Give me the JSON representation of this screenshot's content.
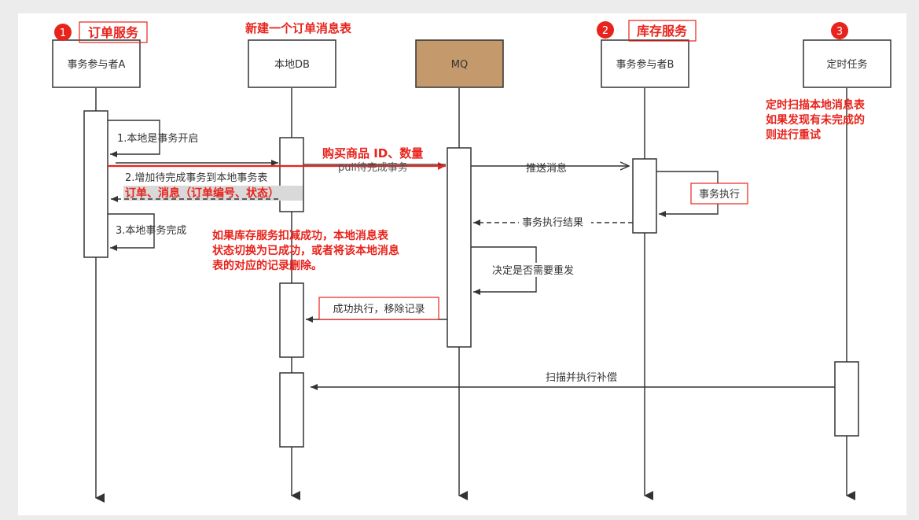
{
  "participants": [
    {
      "id": "a",
      "label": "事务参与者A",
      "fill": "#ffffff"
    },
    {
      "id": "db",
      "label": "本地DB",
      "fill": "#ffffff"
    },
    {
      "id": "mq",
      "label": "MQ",
      "fill": "#c49a6c"
    },
    {
      "id": "b",
      "label": "事务参与者B",
      "fill": "#ffffff"
    },
    {
      "id": "timer",
      "label": "定时任务",
      "fill": "#ffffff"
    }
  ],
  "badges": [
    {
      "number": "1",
      "label": "订单服务"
    },
    {
      "number": "2",
      "label": "库存服务"
    },
    {
      "number": "3",
      "label": ""
    }
  ],
  "messages": {
    "m1": "1.本地是事务开启",
    "m2": "2.增加待完成事务到本地事务表",
    "m3": "3.本地事务完成",
    "pull": "pull待完成事务",
    "push": "推送消息",
    "exec": "事务执行",
    "result": "事务执行结果",
    "decide": "决定是否需要重发",
    "success": "成功执行，移除记录",
    "scan": "扫描并执行补偿"
  },
  "annotations": {
    "new_table": "新建一个订单消息表",
    "goods": "购买商品 ID、数量",
    "order_msg": "订单、消息（订单编号、状态）",
    "deduct_lines": [
      "如果库存服务扣减成功，本地消息表",
      "状态切换为已成功，或者将该本地消息",
      "表的对应的记录删除。"
    ],
    "timer_lines": [
      "定时扫描本地消息表",
      "如果发现有未完成的",
      "则进行重试"
    ]
  },
  "colors": {
    "red": "#e8231c",
    "line": "#333333",
    "lifeline": "#444444",
    "highlight": "#d9d9d9"
  }
}
